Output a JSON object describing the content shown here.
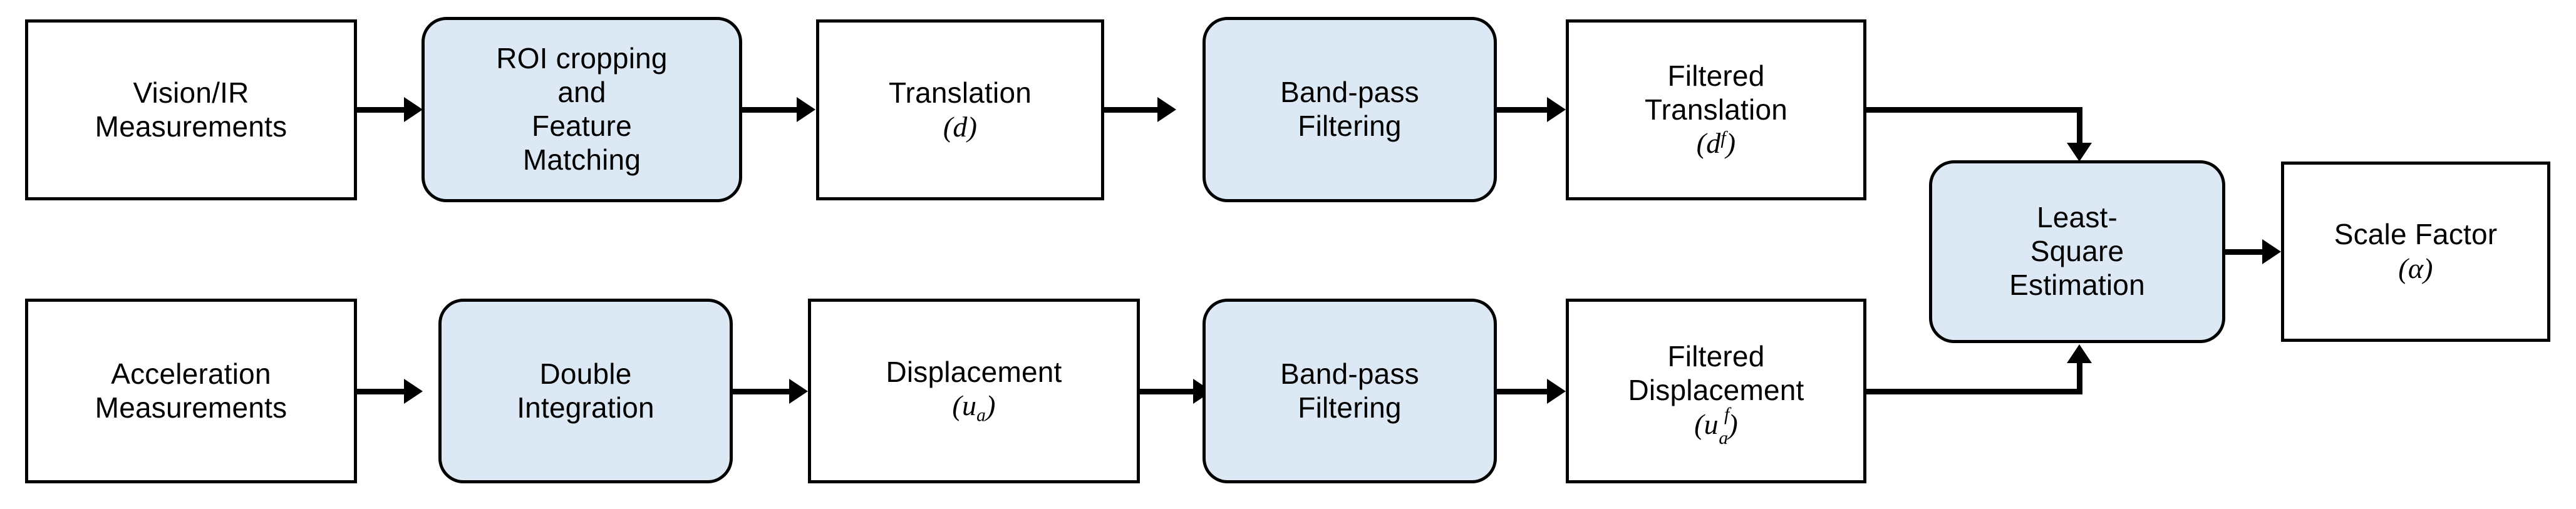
{
  "diagram": {
    "title": "Vision/IR and acceleration fusion scale factor estimation flowchart",
    "colors": {
      "process_fill": "#dce9f5",
      "data_fill": "#ffffff",
      "stroke": "#000000",
      "background": "#ffffff"
    },
    "nodes": [
      {
        "id": "vision-ir-measurements",
        "kind": "data",
        "lines": [
          "Vision/IR",
          "Measurements"
        ]
      },
      {
        "id": "roi-cropping-feature-matching",
        "kind": "process",
        "lines": [
          "ROI cropping",
          "and",
          "Feature",
          "Matching"
        ]
      },
      {
        "id": "translation",
        "kind": "data",
        "lines": [
          "Translation"
        ],
        "symbol": "(d)"
      },
      {
        "id": "band-pass-filtering-top",
        "kind": "process",
        "lines": [
          "Band-pass",
          "Filtering"
        ]
      },
      {
        "id": "filtered-translation",
        "kind": "data",
        "lines": [
          "Filtered",
          "Translation"
        ],
        "symbol": "(d f)"
      },
      {
        "id": "acceleration-measurements",
        "kind": "data",
        "lines": [
          "Acceleration",
          "Measurements"
        ]
      },
      {
        "id": "double-integration",
        "kind": "process",
        "lines": [
          "Double",
          "Integration"
        ]
      },
      {
        "id": "displacement",
        "kind": "data",
        "lines": [
          "Displacement"
        ],
        "symbol": "(u a)"
      },
      {
        "id": "band-pass-filtering-bottom",
        "kind": "process",
        "lines": [
          "Band-pass",
          "Filtering"
        ]
      },
      {
        "id": "filtered-displacement",
        "kind": "data",
        "lines": [
          "Filtered",
          "Displacement"
        ],
        "symbol": "(u a f)"
      },
      {
        "id": "least-square-estimation",
        "kind": "process",
        "lines": [
          "Least-",
          "Square",
          "Estimation"
        ]
      },
      {
        "id": "scale-factor",
        "kind": "data",
        "lines": [
          "Scale Factor"
        ],
        "symbol": "(alpha)"
      }
    ],
    "labels": {
      "vision_ir_l1": "Vision/IR",
      "vision_ir_l2": "Measurements",
      "roi_l1": "ROI cropping",
      "roi_l2": "and",
      "roi_l3": "Feature",
      "roi_l4": "Matching",
      "translation_l1": "Translation",
      "translation_sym_open": "(",
      "translation_sym_var": "d",
      "translation_sym_close": ")",
      "bandpass_top_l1": "Band-pass",
      "bandpass_top_l2": "Filtering",
      "filtered_translation_l1": "Filtered",
      "filtered_translation_l2": "Translation",
      "filtered_translation_sym_open": "(",
      "filtered_translation_sym_var": "d",
      "filtered_translation_sym_sup": "f",
      "filtered_translation_sym_close": ")",
      "acceleration_l1": "Acceleration",
      "acceleration_l2": "Measurements",
      "double_integration_l1": "Double",
      "double_integration_l2": "Integration",
      "displacement_l1": "Displacement",
      "displacement_sym_open": "(",
      "displacement_sym_var": "u",
      "displacement_sym_sub": "a",
      "displacement_sym_close": ")",
      "bandpass_bottom_l1": "Band-pass",
      "bandpass_bottom_l2": "Filtering",
      "filtered_displacement_l1": "Filtered",
      "filtered_displacement_l2": "Displacement",
      "filtered_displacement_sym_open": "(",
      "filtered_displacement_sym_var": "u",
      "filtered_displacement_sym_sup": "f",
      "filtered_displacement_sym_sub": "a",
      "filtered_displacement_sym_close": ")",
      "least_square_l1": "Least-",
      "least_square_l2": "Square",
      "least_square_l3": "Estimation",
      "scale_factor_l1": "Scale Factor",
      "scale_factor_sym_open": "(",
      "scale_factor_sym_var": "α",
      "scale_factor_sym_close": ")"
    },
    "edges": [
      {
        "id": "e1",
        "from": "vision-ir-measurements",
        "to": "roi-cropping-feature-matching",
        "style": "straight-right"
      },
      {
        "id": "e2",
        "from": "roi-cropping-feature-matching",
        "to": "translation",
        "style": "straight-right"
      },
      {
        "id": "e3",
        "from": "translation",
        "to": "band-pass-filtering-top",
        "style": "straight-right"
      },
      {
        "id": "e4",
        "from": "band-pass-filtering-top",
        "to": "filtered-translation",
        "style": "straight-right"
      },
      {
        "id": "e5",
        "from": "filtered-translation",
        "to": "least-square-estimation",
        "style": "elbow-right-down"
      },
      {
        "id": "e6",
        "from": "acceleration-measurements",
        "to": "double-integration",
        "style": "straight-right"
      },
      {
        "id": "e7",
        "from": "double-integration",
        "to": "displacement",
        "style": "straight-right"
      },
      {
        "id": "e8",
        "from": "displacement",
        "to": "band-pass-filtering-bottom",
        "style": "straight-right"
      },
      {
        "id": "e9",
        "from": "band-pass-filtering-bottom",
        "to": "filtered-displacement",
        "style": "straight-right"
      },
      {
        "id": "e10",
        "from": "filtered-displacement",
        "to": "least-square-estimation",
        "style": "elbow-right-up"
      },
      {
        "id": "e11",
        "from": "least-square-estimation",
        "to": "scale-factor",
        "style": "straight-right"
      }
    ]
  }
}
